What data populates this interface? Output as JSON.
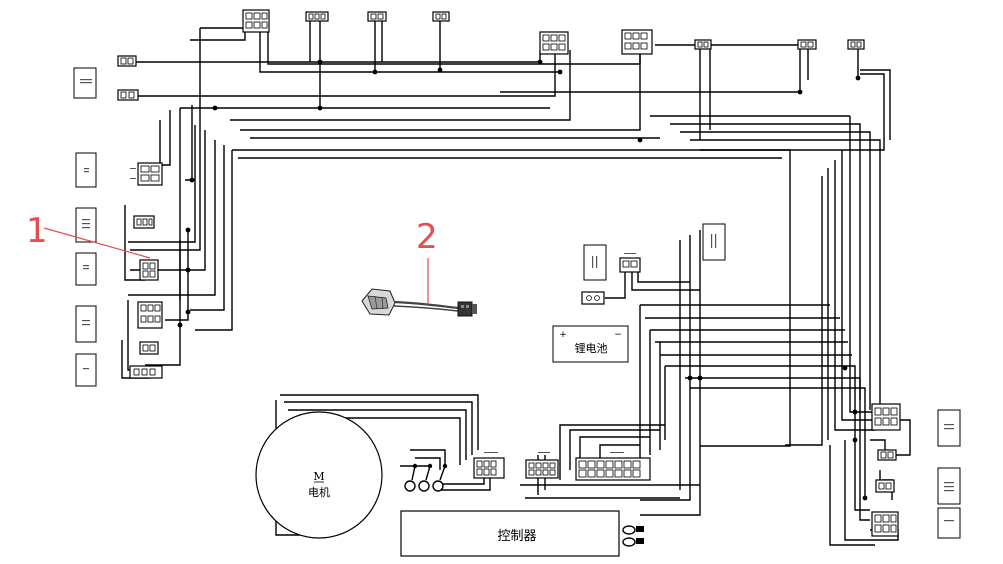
{
  "callouts": [
    "1",
    "2"
  ],
  "motor": {
    "symbol": "M",
    "label": "电机"
  },
  "controller": {
    "label": "控制器"
  },
  "battery": {
    "label": "锂电池",
    "plus": "+",
    "minus": "−"
  },
  "colors": {
    "wire": "#000000",
    "callout": "#e05050",
    "background": "#ffffff"
  }
}
